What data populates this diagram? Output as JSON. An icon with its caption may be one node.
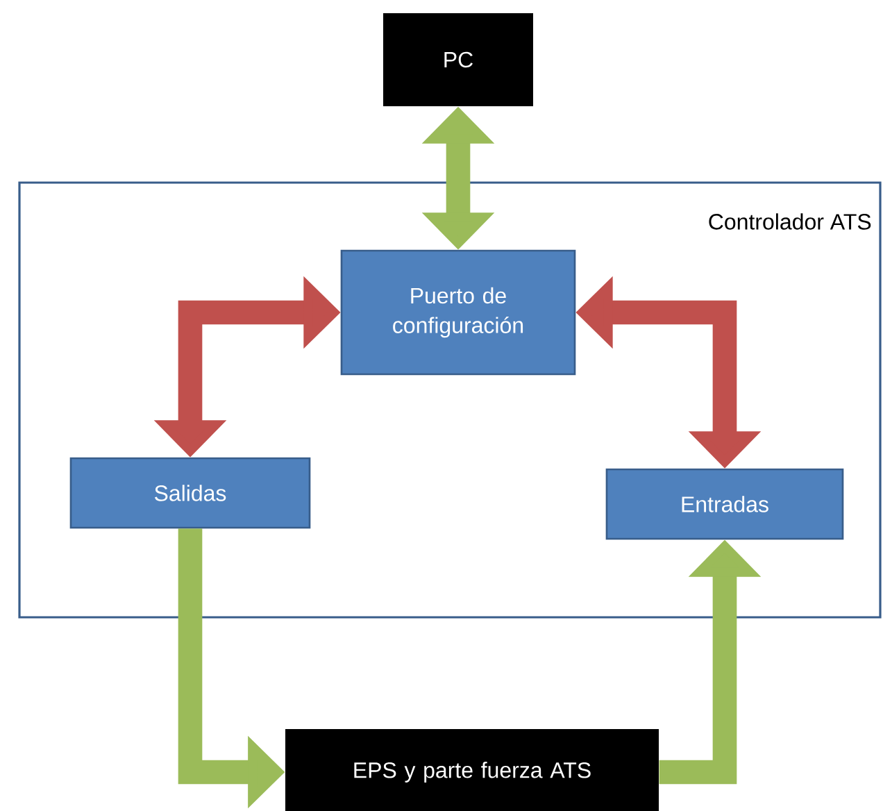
{
  "diagram": {
    "nodes": [
      {
        "text": [
          "PC"
        ]
      },
      {
        "text": [
          "Controlador ATS"
        ]
      },
      {
        "text": [
          "Puerto de configuración"
        ],
        "in": 1
      },
      {
        "text": [
          "Salidas"
        ],
        "in": 1
      },
      {
        "text": [
          "Entradas"
        ],
        "in": 1
      },
      {
        "text": [
          "EPS y parte fuerza ATS"
        ]
      }
    ],
    "edges": [
      {
        "from": 0,
        "to": 2,
        "arrow": "both",
        "color": "#9bbb59"
      },
      {
        "from": 2,
        "to": 3,
        "arrow": "both",
        "color": "#c0504d"
      },
      {
        "from": 2,
        "to": 4,
        "arrow": "both",
        "color": "#c0504d"
      },
      {
        "from": 3,
        "to": 5,
        "arrow": "to",
        "color": "#9bbb59"
      },
      {
        "from": 5,
        "to": 4,
        "arrow": "to",
        "color": "#9bbb59"
      }
    ]
  }
}
